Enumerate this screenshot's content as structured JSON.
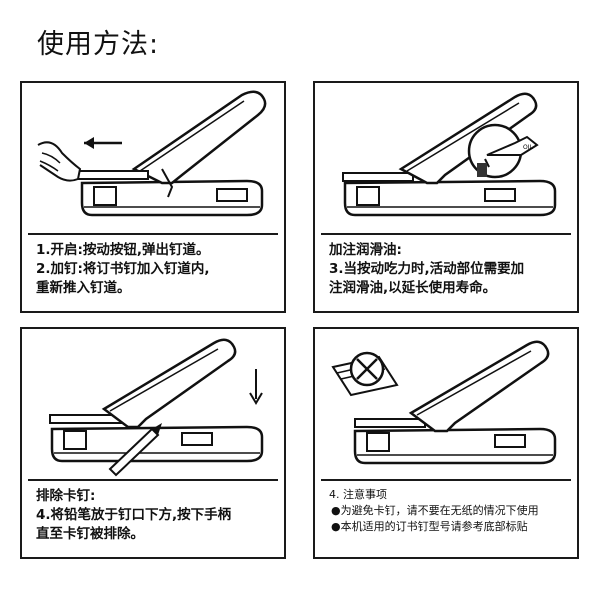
{
  "title": "使用方法:",
  "panels": [
    {
      "lines": [
        "1.开启:按动按钮,弹出钉道。",
        "2.加钉:将订书钉加入钉道内,",
        "重新推入钉道。"
      ],
      "illustration": "stapler-open-track-icon"
    },
    {
      "lines": [
        "加注润滑油:",
        "3.当按动吃力时,活动部位需要加",
        "注润滑油,以延长使用寿命。"
      ],
      "oil_label": "OIL",
      "illustration": "stapler-oiling-icon"
    },
    {
      "lines": [
        "排除卡钉:",
        "4.将铅笔放于钉口下方,按下手柄",
        "直至卡钉被排除。"
      ],
      "illustration": "stapler-pencil-icon"
    },
    {
      "heading": "4. 注意事项",
      "bullets": [
        "●为避免卡钉，请不要在无纸的情况下使用",
        "●本机适用的订书钉型号请参考底部标贴"
      ],
      "illustration": "stapler-no-paper-icon"
    }
  ]
}
